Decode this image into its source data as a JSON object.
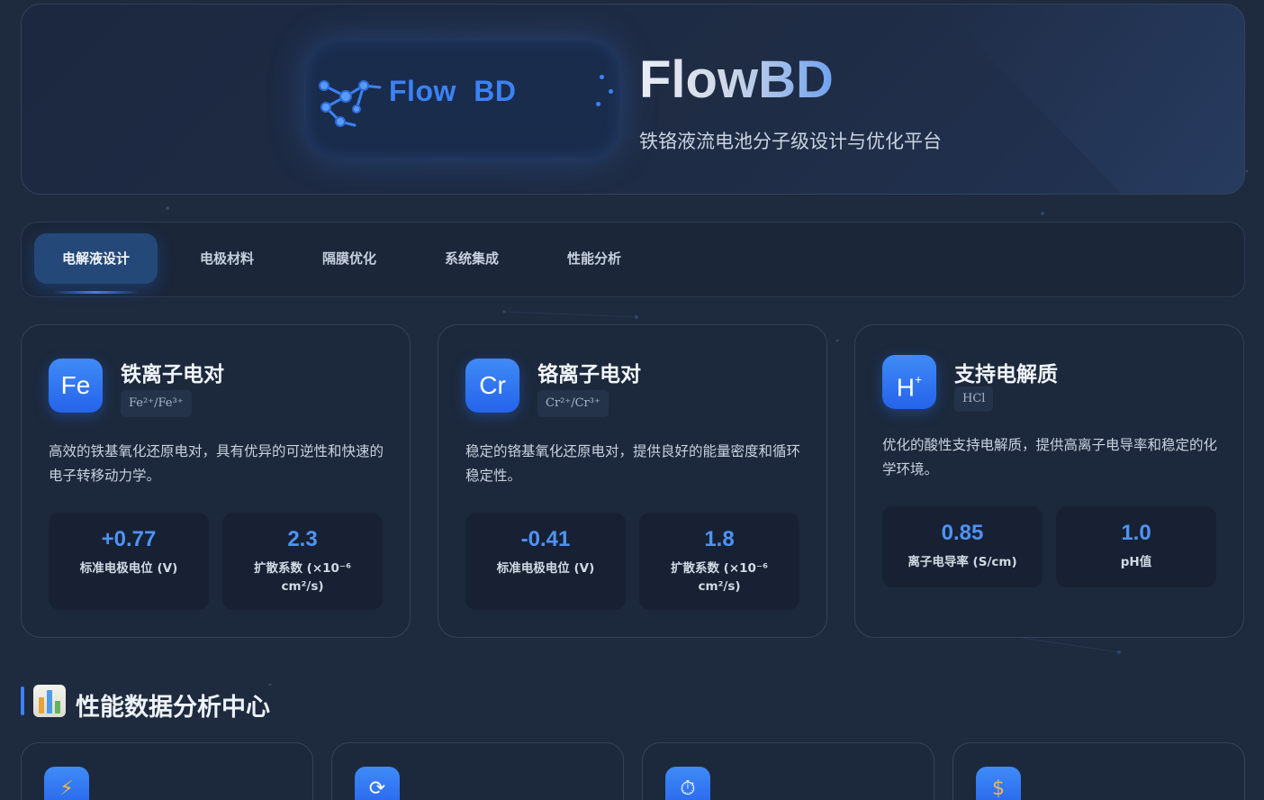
{
  "brand": {
    "logo_text": "Flow  BD",
    "title": "FlowBD",
    "subtitle": "铁铬液流电池分子级设计与优化平台"
  },
  "tabs": [
    {
      "label": "电解液设计",
      "active": true
    },
    {
      "label": "电极材料",
      "active": false
    },
    {
      "label": "隔膜优化",
      "active": false
    },
    {
      "label": "系统集成",
      "active": false
    },
    {
      "label": "性能分析",
      "active": false
    }
  ],
  "cards": [
    {
      "icon": "Fe",
      "title": "铁离子电对",
      "formula": "Fe²⁺/Fe³⁺",
      "description": "高效的铁基氧化还原电对，具有优异的可逆性和快速的电子转移动力学。",
      "stats": [
        {
          "value": "+0.77",
          "label": "标准电极电位 (V)"
        },
        {
          "value": "2.3",
          "label": "扩散系数 (×10⁻⁶ cm²/s)"
        }
      ]
    },
    {
      "icon": "Cr",
      "title": "铬离子电对",
      "formula": "Cr²⁺/Cr³⁺",
      "description": "稳定的铬基氧化还原电对，提供良好的能量密度和循环稳定性。",
      "stats": [
        {
          "value": "-0.41",
          "label": "标准电极电位 (V)"
        },
        {
          "value": "1.8",
          "label": "扩散系数 (×10⁻⁶ cm²/s)"
        }
      ]
    },
    {
      "icon": "H",
      "icon_sup": "+",
      "title": "支持电解质",
      "formula": "HCl",
      "description": "优化的酸性支持电解质，提供高离子电导率和稳定的化学环境。",
      "stats": [
        {
          "value": "0.85",
          "label": "离子电导率 (S/cm)"
        },
        {
          "value": "1.0",
          "label": "pH值"
        }
      ]
    }
  ],
  "section": {
    "title": "性能数据分析中心",
    "icon": "bar-chart-icon"
  },
  "mini_cards": [
    {
      "icon": "lightning-icon",
      "glyph": "⚡"
    },
    {
      "icon": "refresh-icon",
      "glyph": "⟳"
    },
    {
      "icon": "stopwatch-icon",
      "glyph": "⏱"
    },
    {
      "icon": "money-bag-icon",
      "glyph": "$"
    }
  ],
  "colors": {
    "accent": "#3b82f6",
    "background": "#1e2a3d",
    "card": "#1c283b",
    "stat_bg": "#172133"
  }
}
